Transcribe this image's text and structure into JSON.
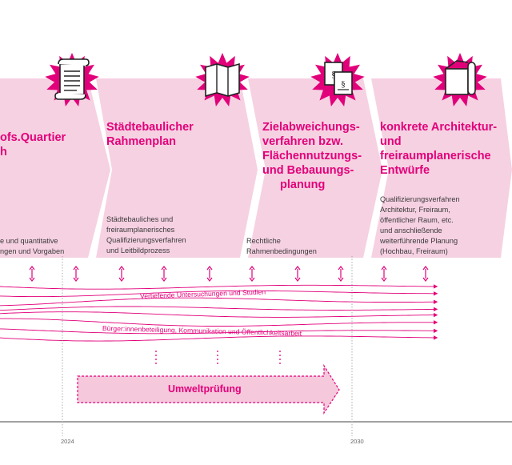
{
  "stages": [
    {
      "title_lines": [
        "ofs.Quartier",
        "h"
      ],
      "desc_lines": [
        "e und quantitative",
        "ngen und Vorgaben"
      ],
      "icon": "scroll-icon"
    },
    {
      "title_lines": [
        "Städtebaulicher",
        "Rahmenplan"
      ],
      "desc_lines": [
        "Städtebauliches und",
        "freiraumplanerisches",
        "Qualifizierungsverfahren",
        "und Leitbildprozess"
      ],
      "icon": "folded-map-icon"
    },
    {
      "title_lines": [
        "Zielabweichungs-",
        "verfahren bzw.",
        "Flächennutzungs-",
        "und Bebauungs-",
        "planung"
      ],
      "desc_lines": [
        "Rechtliche",
        "Rahmenbedingungen"
      ],
      "icon": "legal-documents-icon"
    },
    {
      "title_lines": [
        "konkrete Architektur-",
        "und freiraumplanerische",
        "Entwürfe"
      ],
      "desc_lines": [
        "Qualifizierungsverfahren",
        "Architektur, Freiraum,",
        "öffentlicher Raum, etc.",
        "und anschließende",
        "weiterführende Planung",
        "(Hochbau, Freiraum)"
      ],
      "icon": "plan-roll-icon"
    }
  ],
  "wave_labels": {
    "studies": "Vertiefende Untersuchungen und Studien",
    "participation": "Bürger:innenbeteiligung, Kommunikation und Öffentlichkeitsarbeit"
  },
  "environment_arrow": {
    "label": "Umweltprüfung"
  },
  "timeline": {
    "years": [
      "2024",
      "2030"
    ]
  },
  "colors": {
    "accent": "#e2007a",
    "band": "#f6d1e2",
    "arrow_fill": "#f5c8dc",
    "text": "#3a3a3a"
  }
}
